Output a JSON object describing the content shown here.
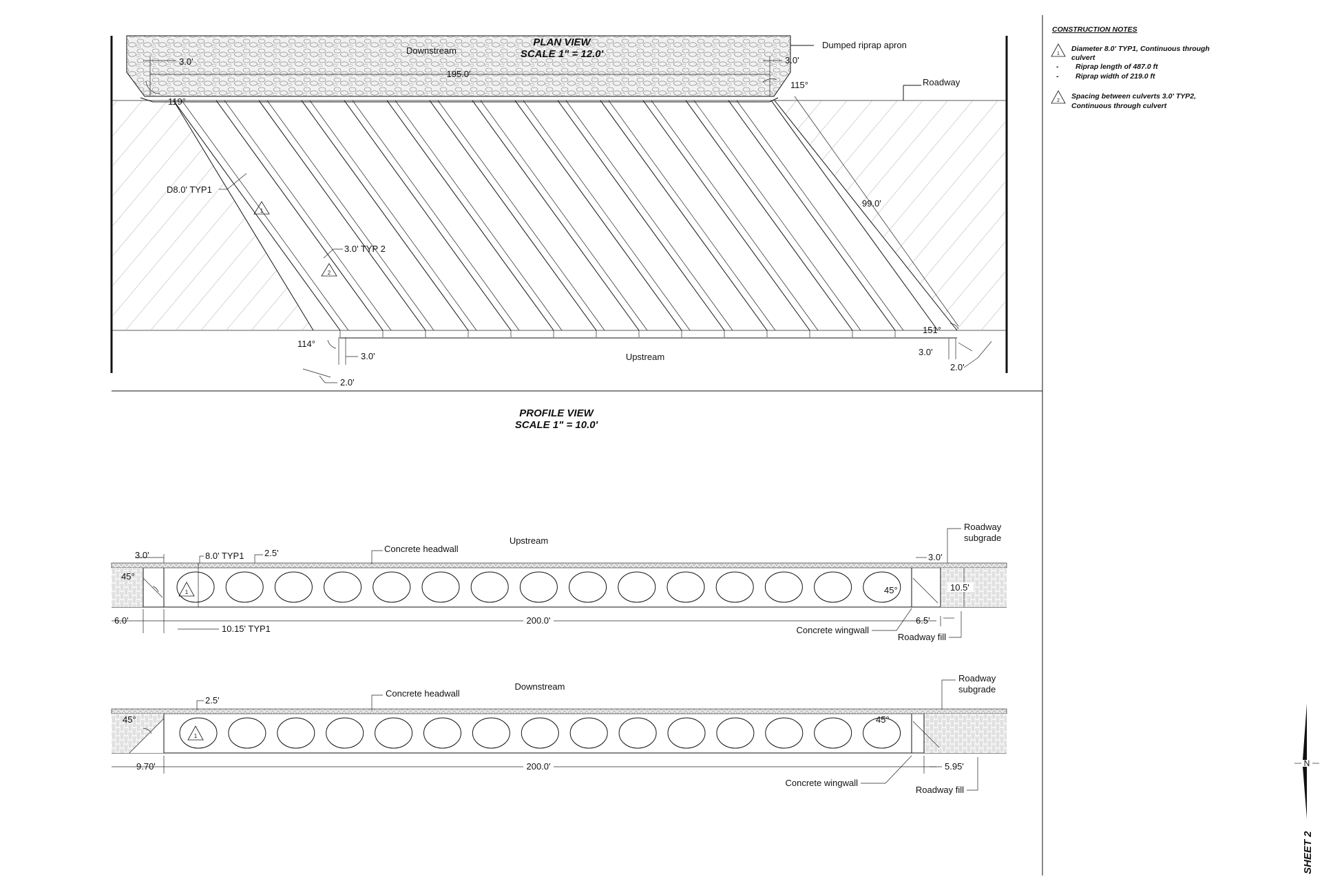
{
  "plan": {
    "title": "PLAN VIEW",
    "scale": "SCALE 1\" = 12.0'",
    "downstream": "Downstream",
    "upstream": "Upstream",
    "riprap_label": "Dumped riprap apron",
    "roadway_label": "Roadway",
    "dims": {
      "top_left_3": "3.0'",
      "top_right_3": "3.0'",
      "width_195": "195.0'",
      "angle_119": "119°",
      "angle_115": "115°",
      "diameter": "D8.0' TYP1",
      "spacing": "3.0' TYP 2",
      "length_99": "99.0'",
      "angle_114": "114°",
      "bot_left_3": "3.0'",
      "bot_left_2": "2.0'",
      "angle_151": "151°",
      "bot_right_3": "3.0'",
      "bot_right_2": "2.0'"
    },
    "marker1": "1",
    "marker2": "2"
  },
  "profile": {
    "title": "PROFILE VIEW",
    "scale": "SCALE 1\" = 10.0'",
    "up": {
      "label": "Upstream",
      "headwall": "Concrete headwall",
      "wingwall": "Concrete wingwall",
      "fill": "Roadway fill",
      "subgrade": "Roadway subgrade",
      "d_left3": "3.0'",
      "d_typ": "8.0' TYP1",
      "d_25": "2.5'",
      "d_45l": "45°",
      "d_6": "6.0'",
      "d_1015": "10.15' TYP1",
      "d_200": "200.0'",
      "d_45r": "45°",
      "d_65": "6.5'",
      "d_105": "10.5'",
      "d_right3": "3.0'",
      "marker": "1"
    },
    "down": {
      "label": "Downstream",
      "headwall": "Concrete headwall",
      "wingwall": "Concrete wingwall",
      "fill": "Roadway fill",
      "subgrade": "Roadway subgrade",
      "d_25": "2.5'",
      "d_45l": "45°",
      "d_970": "9.70'",
      "d_200": "200.0'",
      "d_45r": "45°",
      "d_595": "5.95'",
      "marker": "1"
    }
  },
  "notes": {
    "heading": "CONSTRUCTION NOTES",
    "n1_marker": "1",
    "n1_line1": "Diameter 8.0' TYP1, Continuous through",
    "n1_line2": "culvert",
    "n1_sub1": "Riprap length of 487.0 ft",
    "n1_sub2": "Riprap width of 219.0 ft",
    "bullet": "-",
    "n2_marker": "2",
    "n2_line1": "Spacing between culverts 3.0' TYP2,",
    "n2_line2": "Continuous through culvert"
  },
  "sheet": {
    "north": "N",
    "label": "SHEET 2"
  }
}
